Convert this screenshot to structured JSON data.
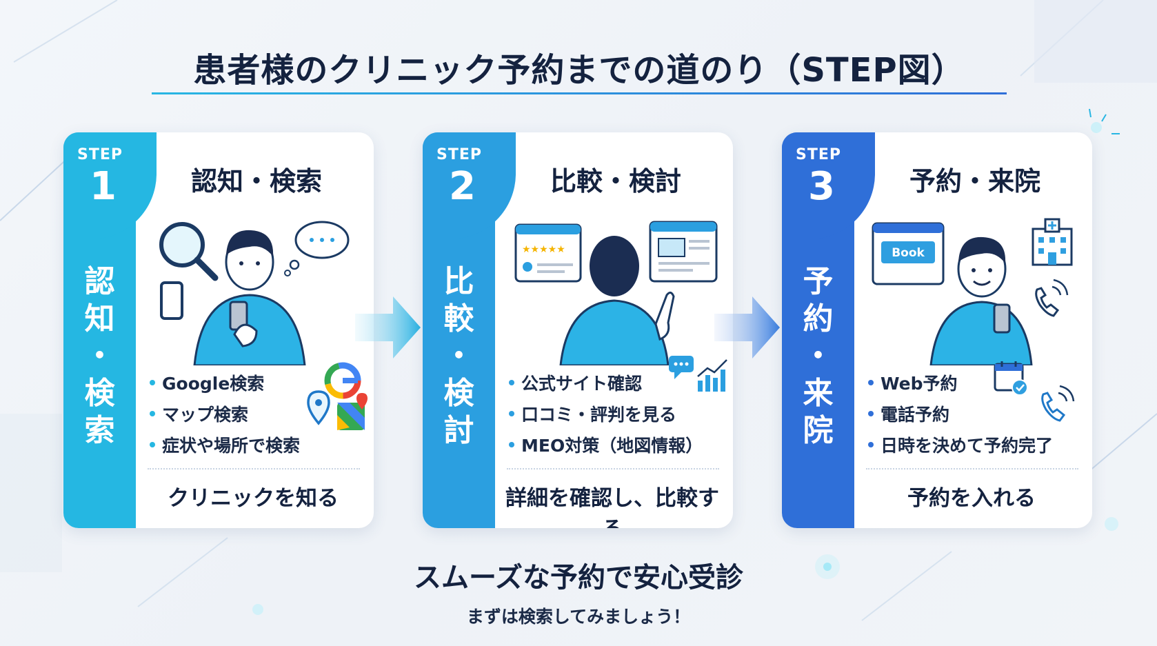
{
  "title": "患者様のクリニック予約までの道のり（STEP図）",
  "steps": [
    {
      "step_word": "STEP",
      "number": "1",
      "heading": "認知・検索",
      "vertical": [
        "認",
        "知",
        "・",
        "検",
        "索"
      ],
      "bullets": [
        "Google検索",
        "マップ検索",
        "症状や場所で検索"
      ],
      "footer": "クリニックを知る"
    },
    {
      "step_word": "STEP",
      "number": "2",
      "heading": "比較・検討",
      "vertical": [
        "比",
        "較",
        "・",
        "検",
        "討"
      ],
      "bullets": [
        "公式サイト確認",
        "口コミ・評判を見る",
        "MEO対策（地図情報）"
      ],
      "footer": "詳細を確認し、比較する"
    },
    {
      "step_word": "STEP",
      "number": "3",
      "heading": "予約・来院",
      "vertical": [
        "予",
        "約",
        "・",
        "来",
        "院"
      ],
      "bullets": [
        "Web予約",
        "電話予約",
        "日時を決めて予約完了"
      ],
      "footer": "予約を入れる"
    }
  ],
  "icons": {
    "google_letter": "G",
    "book_label": "Book"
  },
  "bottom": {
    "main": "スムーズな予約で安心受診",
    "sub": "まずは検索してみましょう！"
  },
  "colors": {
    "step1": "#25b7e2",
    "step2": "#2b9fe0",
    "step3": "#2f6fd8",
    "text_dark": "#14223f"
  }
}
